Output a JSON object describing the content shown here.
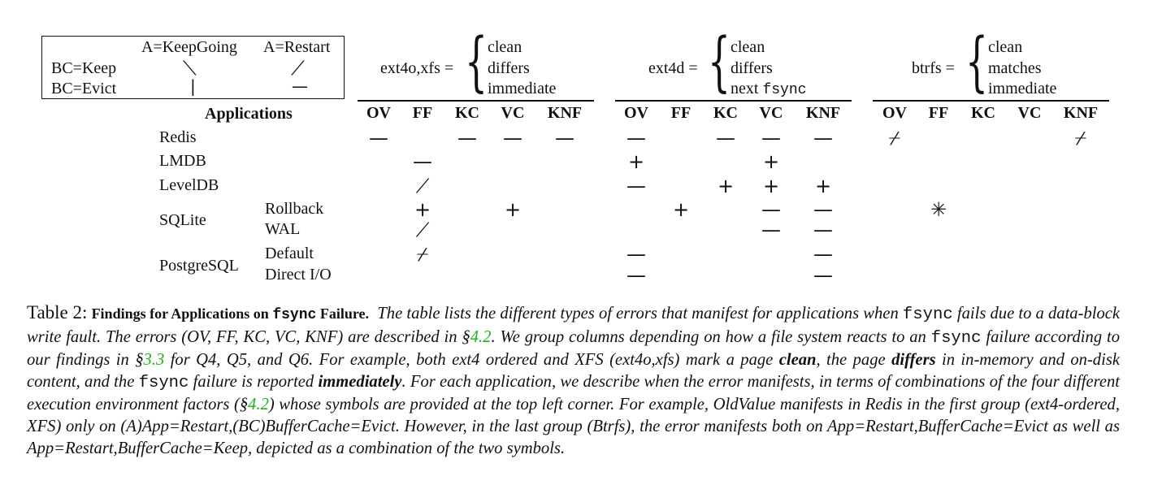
{
  "legend": {
    "col_keep_going": "A=KeepGoing",
    "col_restart": "A=Restart",
    "row_keep": "BC=Keep",
    "row_evict": "BC=Evict",
    "sym_keep_keepgoing": "⟍",
    "sym_keep_restart": "⟋",
    "sym_evict_keepgoing": "|",
    "sym_evict_restart": "—"
  },
  "groups": [
    {
      "label": "ext4o,xfs =",
      "items": [
        "clean",
        "differs",
        "immediate"
      ]
    },
    {
      "label": "ext4d =",
      "items": [
        "clean",
        "differs",
        "next"
      ],
      "mono_suffix": "fsync"
    },
    {
      "label": "btrfs =",
      "items": [
        "clean",
        "matches",
        "immediate"
      ]
    }
  ],
  "table": {
    "applications_header": "Applications",
    "columns": [
      "OV",
      "FF",
      "KC",
      "VC",
      "KNF"
    ],
    "rows": [
      {
        "app": "Redis",
        "variant": "",
        "cells": [
          [
            "—",
            "",
            "—",
            "—",
            "—"
          ],
          [
            "—",
            "",
            "—",
            "—",
            "—"
          ],
          [
            "⌿",
            "",
            "",
            "",
            "⌿"
          ]
        ]
      },
      {
        "app": "LMDB",
        "variant": "",
        "cells": [
          [
            "",
            "—",
            "",
            "",
            ""
          ],
          [
            "+",
            "",
            "",
            "+",
            ""
          ],
          [
            "",
            "",
            "",
            "",
            ""
          ]
        ]
      },
      {
        "app": "LevelDB",
        "variant": "",
        "cells": [
          [
            "",
            "⟋",
            "",
            "",
            ""
          ],
          [
            "—",
            "",
            "+",
            "+",
            "+"
          ],
          [
            "",
            "",
            "",
            "",
            ""
          ]
        ]
      },
      {
        "app": "SQLite",
        "variant": "Rollback",
        "cells": [
          [
            "",
            "+",
            "",
            "+",
            ""
          ],
          [
            "",
            "+",
            "",
            "—",
            "—"
          ],
          [
            "",
            "✳",
            "",
            "",
            ""
          ]
        ]
      },
      {
        "app": "",
        "variant": "WAL",
        "cells": [
          [
            "",
            "⟋",
            "",
            "",
            ""
          ],
          [
            "",
            "",
            "",
            "—",
            "—"
          ],
          [
            "",
            "",
            "",
            "",
            ""
          ]
        ]
      },
      {
        "app": "PostgreSQL",
        "variant": "Default",
        "cells": [
          [
            "",
            "⌿",
            "",
            "",
            ""
          ],
          [
            "—",
            "",
            "",
            "",
            "—"
          ],
          [
            "",
            "",
            "",
            "",
            ""
          ]
        ]
      },
      {
        "app": "",
        "variant": "Direct I/O",
        "cells": [
          [
            "",
            "",
            "",
            "",
            ""
          ],
          [
            "—",
            "",
            "",
            "",
            "—"
          ],
          [
            "",
            "",
            "",
            "",
            ""
          ]
        ]
      }
    ]
  },
  "caption": {
    "label": "Table 2:",
    "title_a": "Findings for Applications on ",
    "title_code": "fsync",
    "title_b": " Failure.",
    "s1": "The table lists the different types of errors that manifest for applications when ",
    "s1_code": "fsync",
    "s2": " fails due to a data-block write fault. The errors (OV, FF, KC, VC, KNF) are described in §",
    "ref1": "4.2",
    "s3": ". We group columns depending on how a file system reacts to an ",
    "s3_code": "fsync",
    "s4": " failure according to our findings in §",
    "ref2": "3.3",
    "s5": " for Q4, Q5, and Q6. For example, both ext4 ordered and XFS (ext4o,xfs) mark a page ",
    "bold_clean": "clean",
    "s6": ", the page ",
    "bold_differs": "differs",
    "s7": " in in-memory and on-disk content, and the ",
    "s7_code": "fsync",
    "s8": " failure is reported ",
    "bold_immediately": "immediately",
    "s9": ". For each application, we describe when the error manifests, in terms of combinations of the four different execution environment factors (§",
    "ref3": "4.2",
    "s10": ") whose symbols are provided at the top left corner. For example, OldValue manifests in Redis in the first group (ext4-ordered, XFS) only on (A)App=Restart,(BC)BufferCache=Evict. However, in the last group (Btrfs), the error manifests both on App=Restart,BufferCache=Evict as well as App=Restart,BufferCache=Keep, depicted as a combination of the two symbols."
  }
}
